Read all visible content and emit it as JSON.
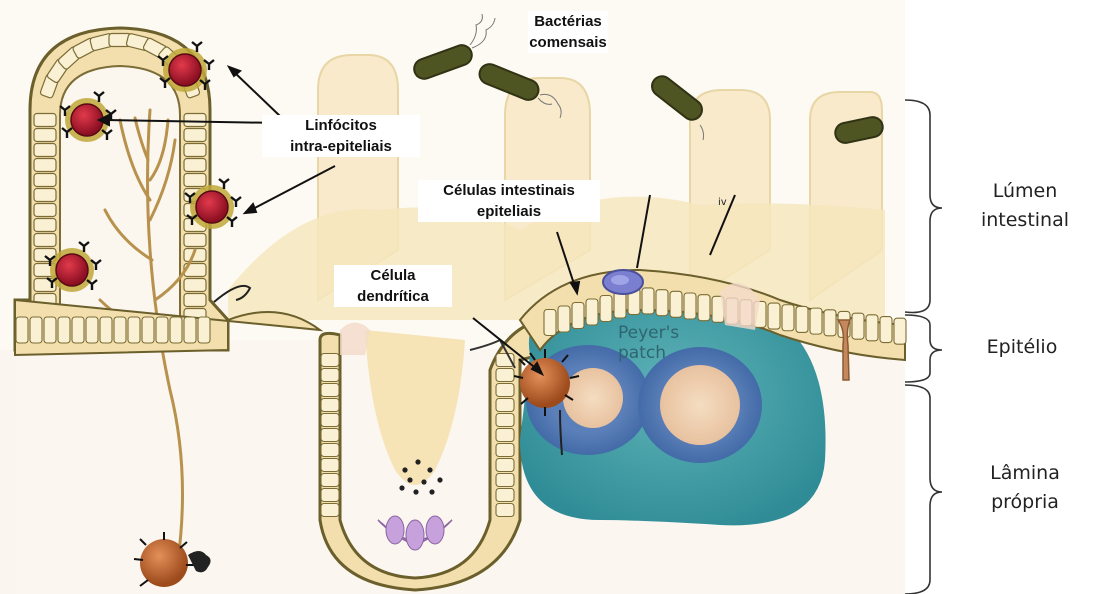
{
  "labels": {
    "bacteria": "Bactérias\ncomensais",
    "lymphocytes": "Linfócitos\nintra-epiteliais",
    "epithelial_cells": "Células intestinais\nepiteliais",
    "dendritic_cell": "Célula\ndendrítica",
    "peyers_patch": "Peyer's\npatch",
    "iv_mark": "iv"
  },
  "regions": {
    "lumen": "Lúmen\nintestinal",
    "epithelium": "Epitélio",
    "lamina_propria": "Lâmina\nprópria"
  },
  "colors": {
    "lumen_bg": "#fcf3e2",
    "villus_core": "#f6e7c0",
    "villus_fill": "#f3dfae",
    "epithelial_cell": "#faf1d4",
    "cell_outline": "#7b6d35",
    "border": "#6b5f2c",
    "lamina": "#fbf5ef",
    "peyer_teal": "#3f9aa2",
    "follicle_blue": "#3a5f9f",
    "germinal_center": "#f0cfae",
    "bacteria": "#4f5423",
    "lymphocyte_red": "#a8152a",
    "lymphocyte_halo": "#bfa83a",
    "dendritic": "#c0652c",
    "m_cell": "#7a80cf",
    "paneth": "#c49bd8"
  }
}
